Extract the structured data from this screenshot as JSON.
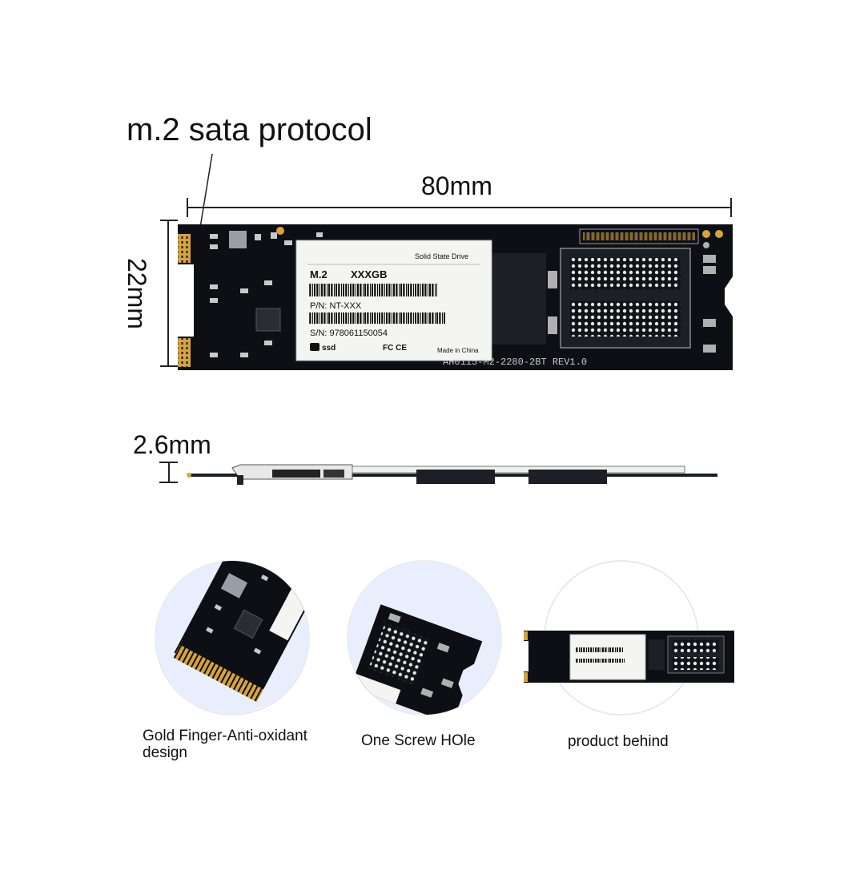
{
  "protocol_label": "m.2 sata protocol",
  "length_label": "80mm",
  "width_label": "22mm",
  "thickness_label": "2.6mm",
  "sticker": {
    "brand_line": "Solid State Drive",
    "model": "M.2",
    "capacity": "XXXGB",
    "pn": "P/N: NT-XXX",
    "sn": "S/N: 978061150054",
    "made_in": "Made in China",
    "logos": "ssd",
    "cert": "FC CE"
  },
  "pcb_silkscreen": "AH0115-M2-2280-2BT REV1.0",
  "features": [
    {
      "caption": "Gold Finger-Anti-oxidant design"
    },
    {
      "caption": "One Screw HOle"
    },
    {
      "caption": "product behind"
    }
  ],
  "colors": {
    "pcb": "#0d0f14",
    "gold": "#d8a33a",
    "sticker": "#f4f4f2",
    "chip": "#1c1f26"
  }
}
